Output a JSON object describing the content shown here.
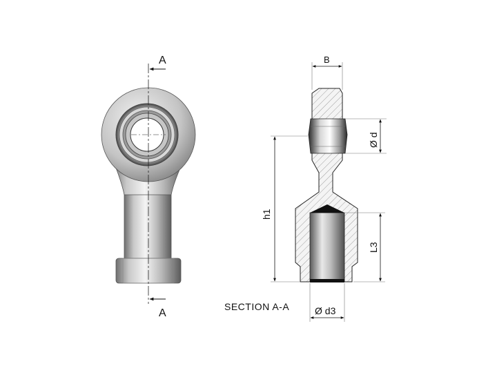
{
  "labels": {
    "section_top": "A",
    "section_bottom": "A",
    "dim_b": "B",
    "dim_d": "Ø d",
    "dim_h1": "h1",
    "dim_l3": "L3",
    "dim_d3": "Ø d3",
    "section_title": "SECTION A-A"
  }
}
